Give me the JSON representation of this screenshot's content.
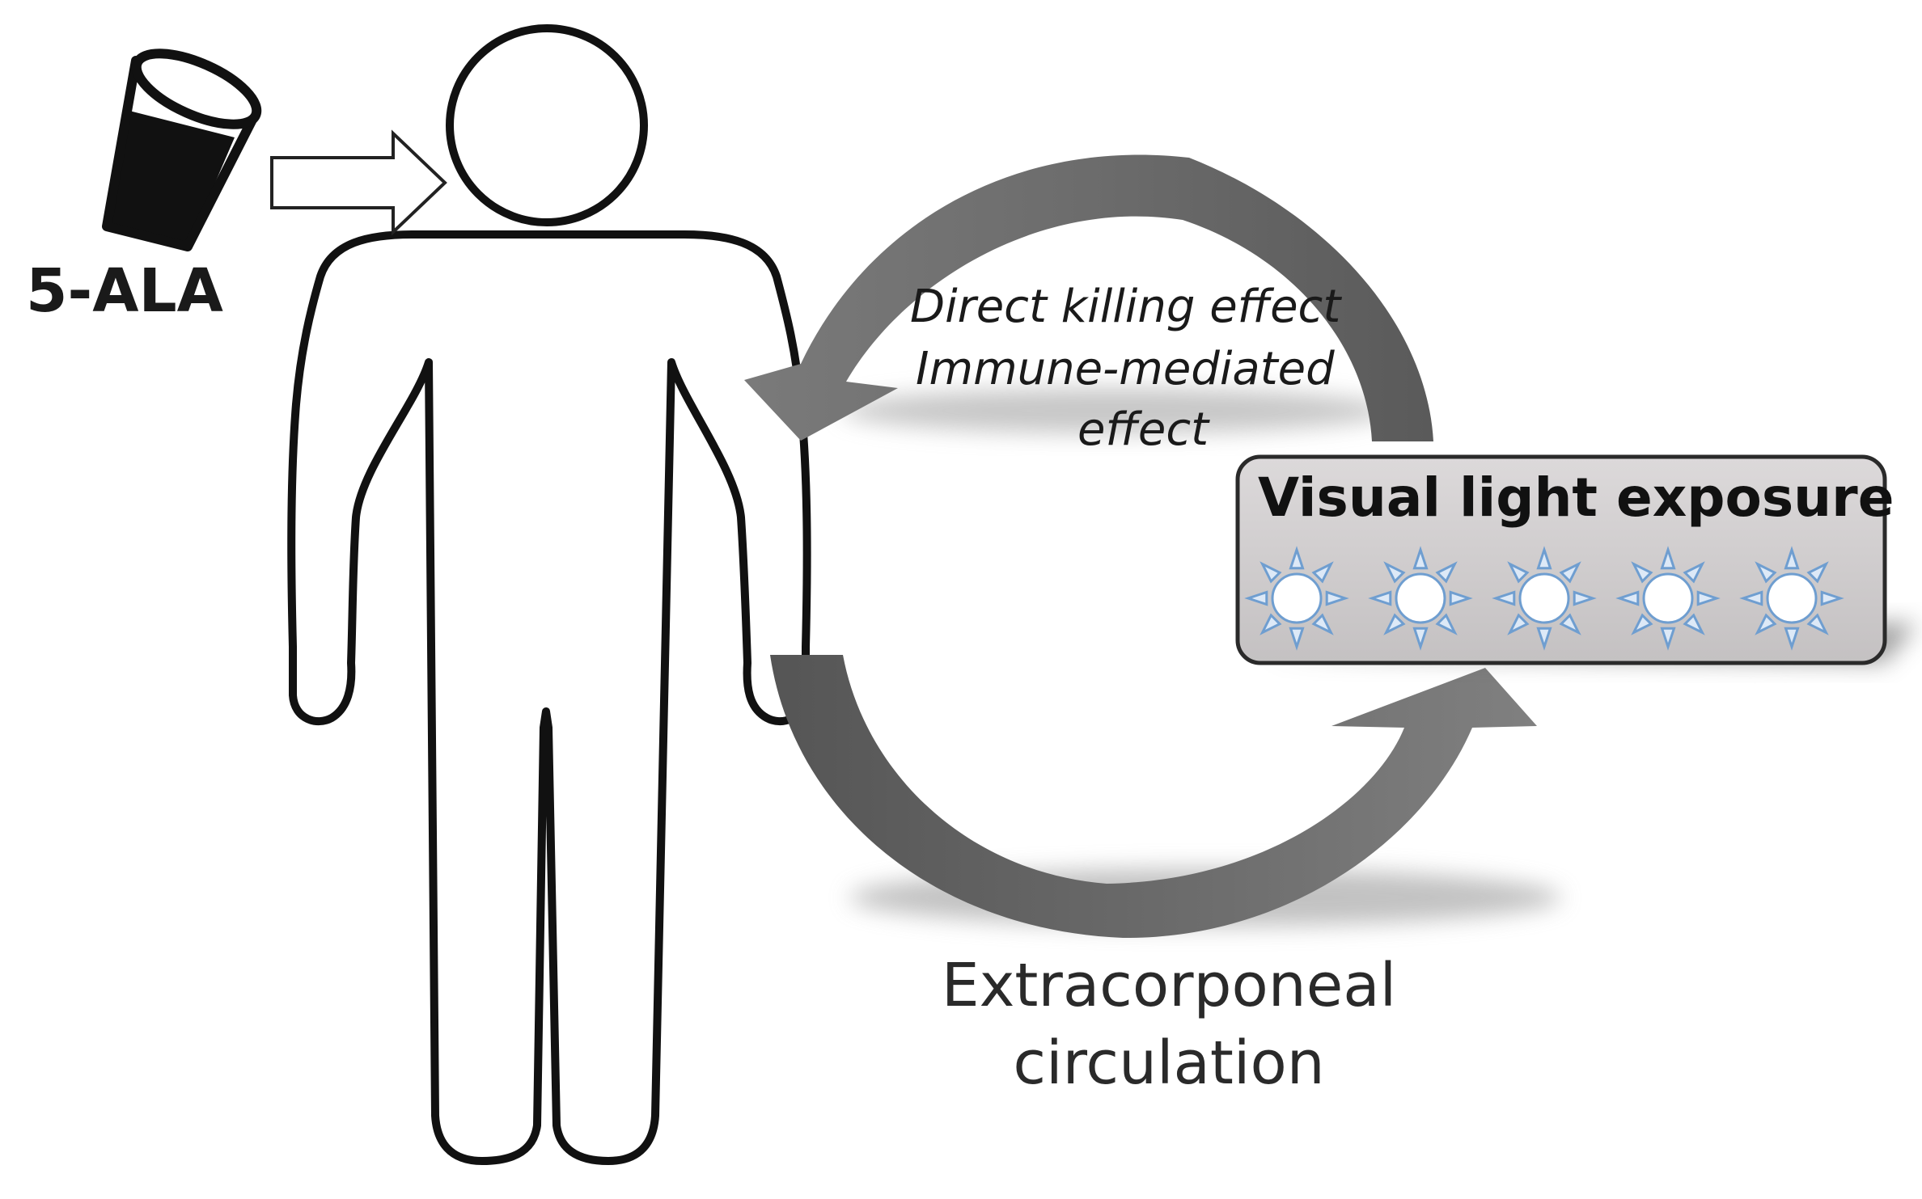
{
  "drug": {
    "label": "5-ALA",
    "icon": "cup-icon"
  },
  "effects": {
    "line1": "Direct killing effect",
    "line2": "Immune-mediated",
    "line3": "effect"
  },
  "light_box": {
    "title": "Visual light exposure",
    "sun_icons": [
      "sun-icon",
      "sun-icon",
      "sun-icon",
      "sun-icon",
      "sun-icon"
    ],
    "fill_color": "#d2cfd0"
  },
  "circulation": {
    "line1": "Extracorponeal",
    "line2": "circulation"
  },
  "colors": {
    "outline": "#111111",
    "upper_arrow": "#6e6e6e",
    "lower_arrow": "#626262",
    "sun_stroke": "#6f9ed0",
    "sun_fill": "#dde9f7"
  }
}
